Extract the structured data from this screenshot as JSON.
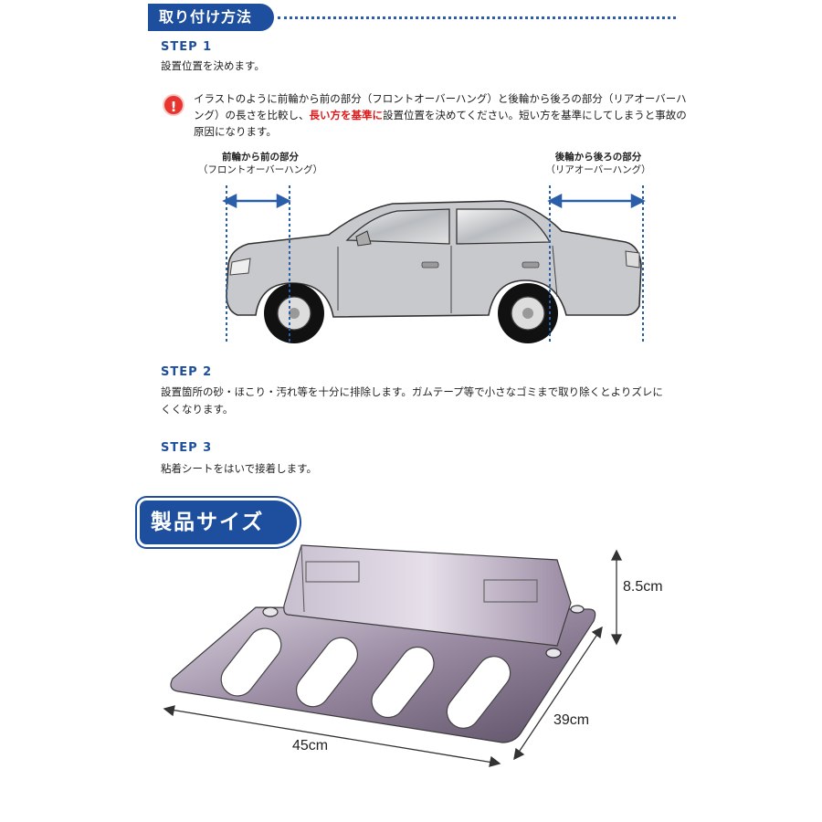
{
  "section_install": {
    "title": "取り付け方法"
  },
  "step1": {
    "label": "STEP 1",
    "text": "設置位置を決めます。",
    "warning": {
      "icon": "exclamation-warning-icon",
      "text_part1": "イラストのように前輪から前の部分（フロントオーバーハング）と後輪から後ろの部分（リアオーバーハング）の長さを比較し、",
      "text_red": "長い方を基準に",
      "text_part2": "設置位置を決めてください。短い方を基準にしてしまうと事故の原因になります。"
    },
    "front_label_line1": "前輪から前の部分",
    "front_label_line2": "（フロントオーバーハング）",
    "rear_label_line1": "後輪から後ろの部分",
    "rear_label_line2": "（リアオーバーハング）"
  },
  "step2": {
    "label": "STEP 2",
    "text": "設置箇所の砂・ほこり・汚れ等を十分に排除します。ガムテープ等で小さなゴミまで取り除くとよりズレにくくなります。"
  },
  "step3": {
    "label": "STEP 3",
    "text": "粘着シートをはいで接着します。"
  },
  "section_size": {
    "title": "製品サイズ",
    "height_label": "8.5cm",
    "depth_label": "39cm",
    "width_label": "45cm"
  },
  "colors": {
    "header_blue": "#1e4f9e",
    "warning_red": "#e01a1a",
    "product_purple": "#8a7a94"
  }
}
